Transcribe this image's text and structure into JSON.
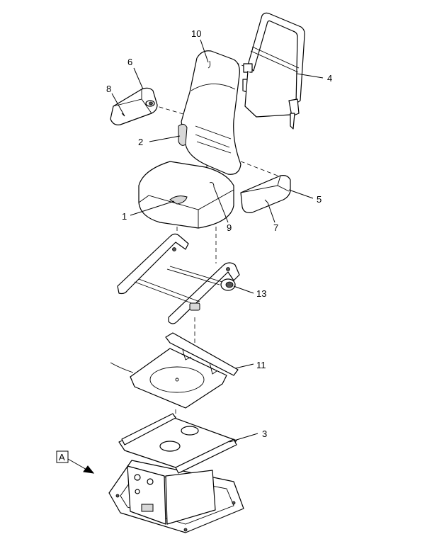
{
  "callouts": {
    "c1": "1",
    "c2": "2",
    "c3": "3",
    "c4": "4",
    "c5": "5",
    "c6": "6",
    "c7": "7",
    "c8": "8",
    "c9": "9",
    "c10": "10",
    "c11": "11",
    "c13": "13"
  },
  "view_label": "A",
  "colors": {
    "line": "#000000",
    "fill": "#ffffff",
    "shade": "#d8d8d8"
  }
}
